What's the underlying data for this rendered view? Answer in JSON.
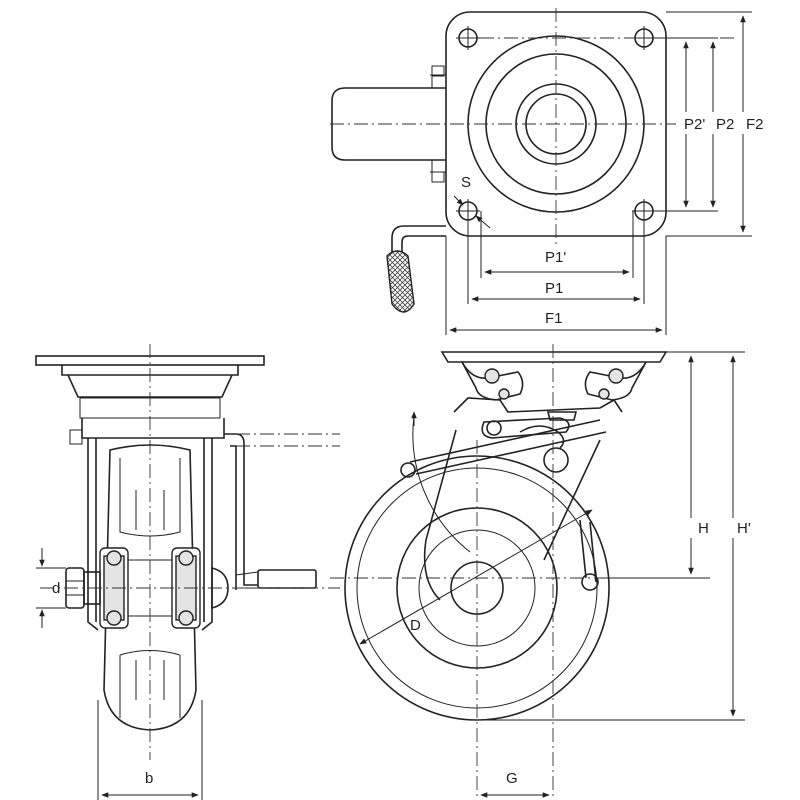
{
  "labels": {
    "P2_prime": "P2'",
    "P2": "P2",
    "F2": "F2",
    "S": "S",
    "P1_prime": "P1'",
    "P1": "P1",
    "F1": "F1",
    "d": "d",
    "b": "b",
    "H": "H",
    "H_prime": "H'",
    "D": "D",
    "G": "G"
  }
}
